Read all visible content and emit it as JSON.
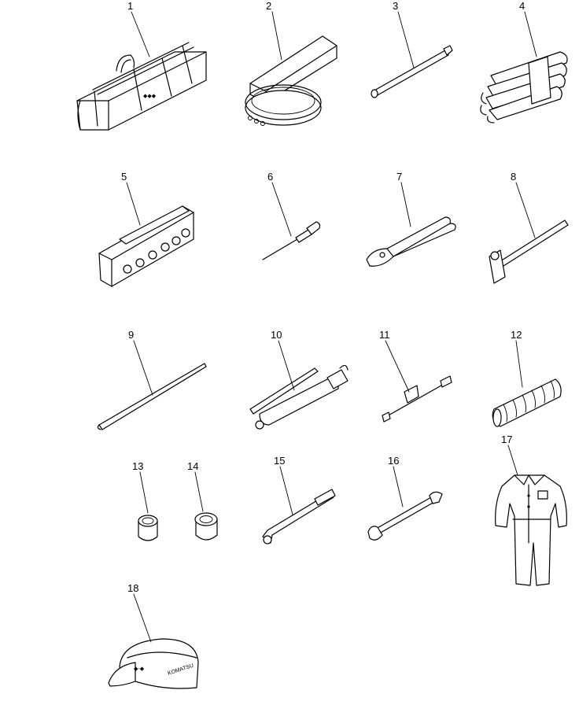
{
  "parts": [
    {
      "number": "1",
      "icon": "tool-bag-icon"
    },
    {
      "number": "2",
      "icon": "filter-wrench-icon"
    },
    {
      "number": "3",
      "icon": "extension-bar-icon"
    },
    {
      "number": "4",
      "icon": "wrench-set-icon"
    },
    {
      "number": "5",
      "icon": "socket-set-box-icon"
    },
    {
      "number": "6",
      "icon": "screwdriver-icon"
    },
    {
      "number": "7",
      "icon": "pliers-icon"
    },
    {
      "number": "8",
      "icon": "hammer-icon"
    },
    {
      "number": "9",
      "icon": "pry-bar-icon"
    },
    {
      "number": "10",
      "icon": "grease-gun-icon"
    },
    {
      "number": "11",
      "icon": "tappet-adjust-tool-icon"
    },
    {
      "number": "12",
      "icon": "hose-icon"
    },
    {
      "number": "13",
      "icon": "socket-icon"
    },
    {
      "number": "14",
      "icon": "socket-icon"
    },
    {
      "number": "15",
      "icon": "l-wrench-icon"
    },
    {
      "number": "16",
      "icon": "open-end-wrench-icon"
    },
    {
      "number": "17",
      "icon": "coveralls-icon"
    },
    {
      "number": "18",
      "icon": "cap-icon"
    }
  ],
  "cap_print": "KOMATSU"
}
